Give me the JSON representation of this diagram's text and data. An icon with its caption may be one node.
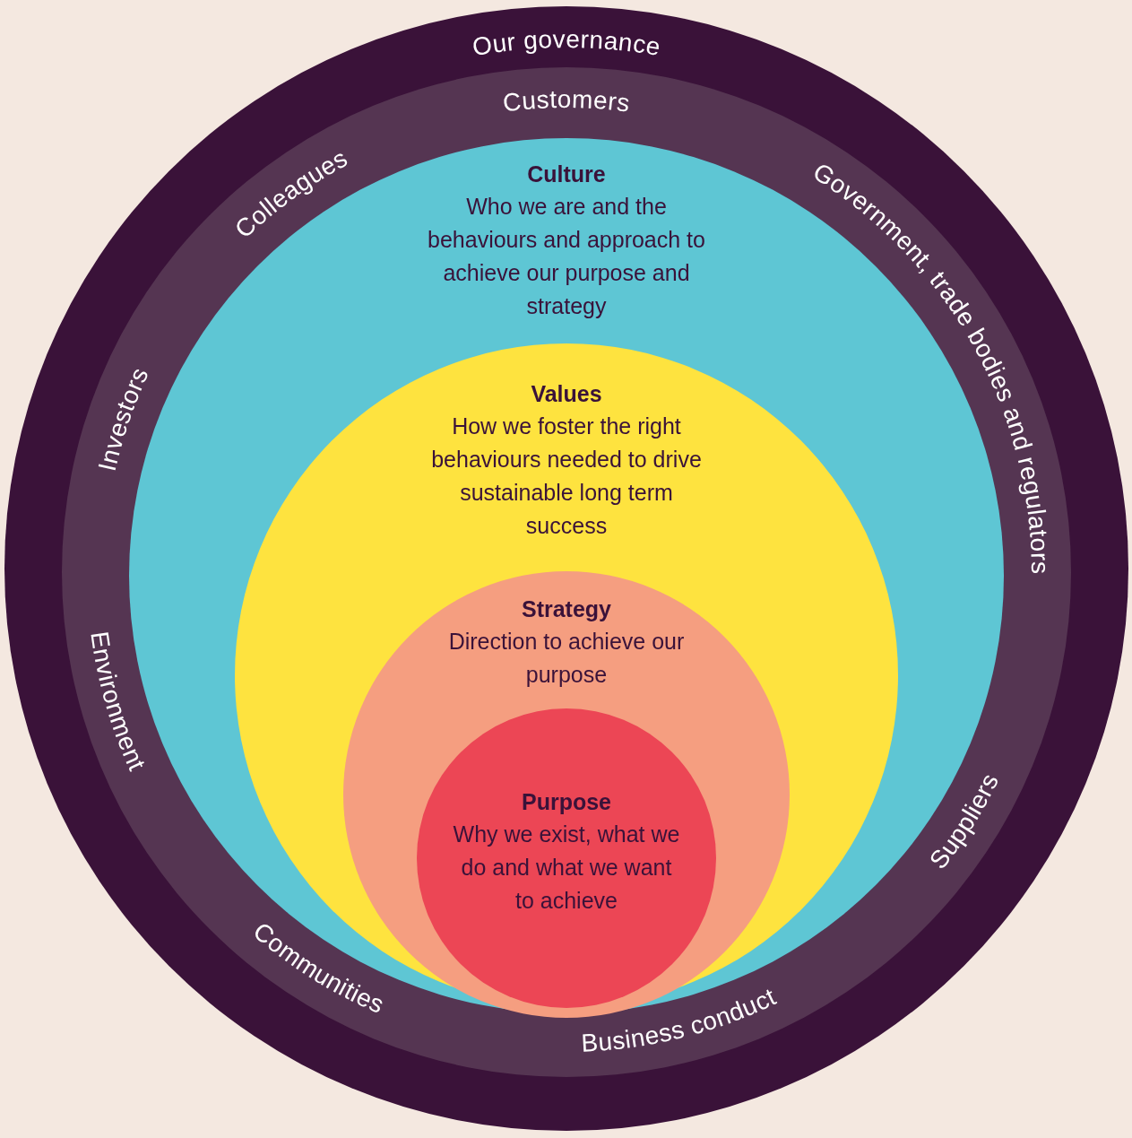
{
  "diagram": {
    "nodes": [
      {
        "text": [
          "Our governance"
        ]
      },
      {
        "text": [],
        "shape": "circle",
        "in": 0
      },
      {
        "text": [
          "Culture",
          "Who we are and the behaviours and approach to achieve our purpose and strategy"
        ],
        "in": 1
      },
      {
        "text": [
          "Values",
          "How we foster the right behaviours needed to drive sustainable long term success"
        ],
        "in": 2
      },
      {
        "text": [
          "Strategy",
          "Direction to achieve our purpose"
        ],
        "in": 3
      },
      {
        "text": [
          "Purpose",
          "Why we exist, what we do and what we want to achieve"
        ],
        "in": 4
      }
    ],
    "labels": [
      "Customers",
      "Colleagues",
      "Government, trade bodies and regulators",
      "Investors",
      "Environment",
      "Suppliers",
      "Communities",
      "Business conduct"
    ]
  }
}
